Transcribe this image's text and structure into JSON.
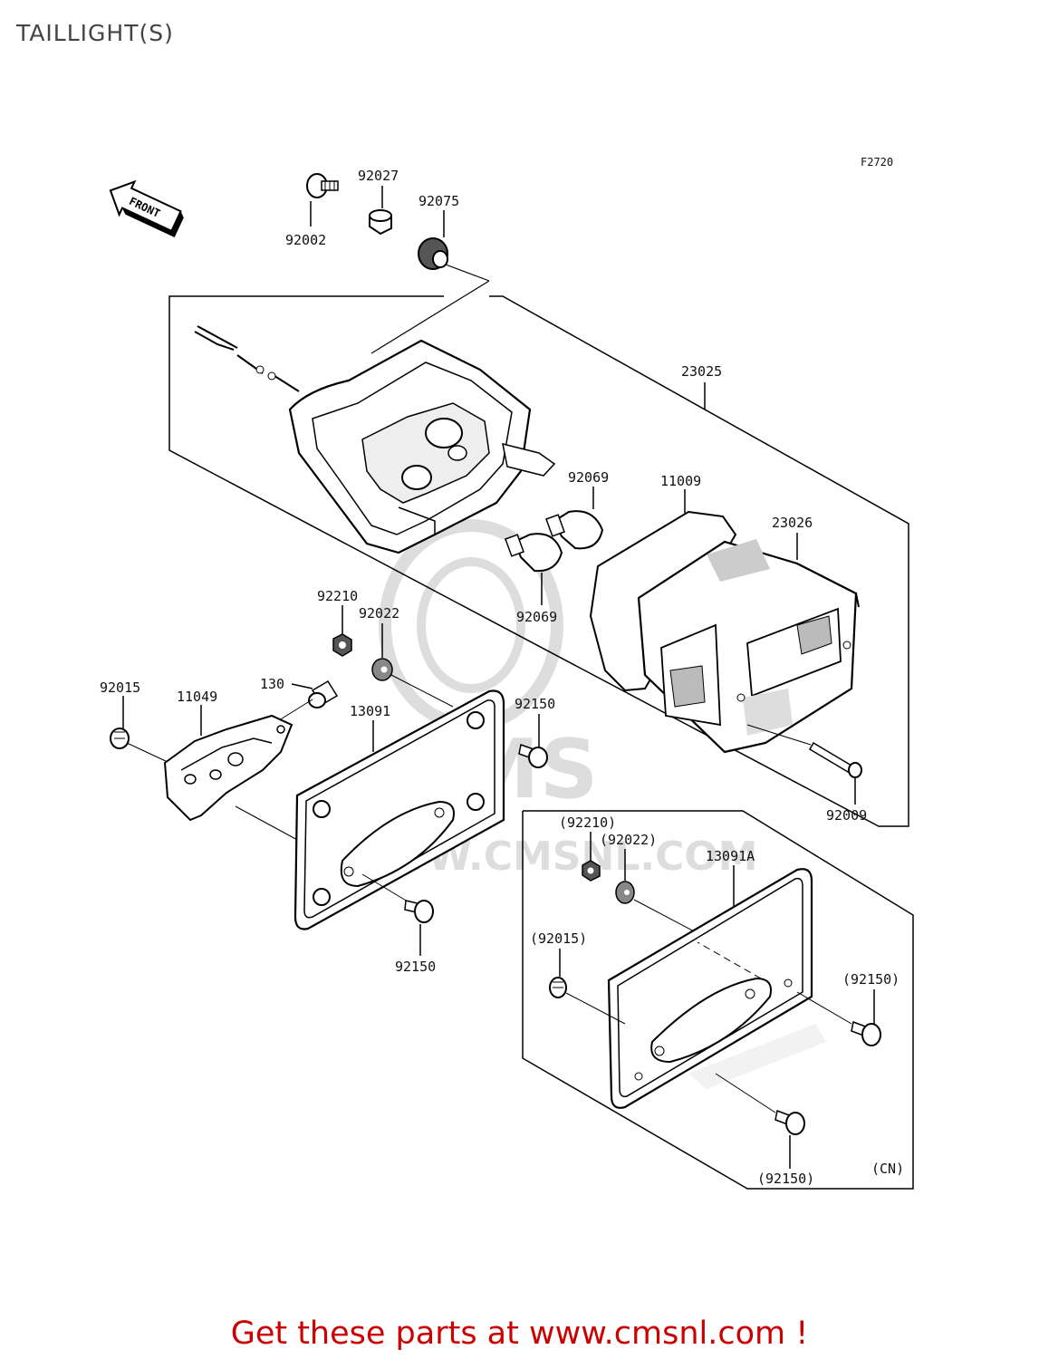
{
  "title": "TAILLIGHT(S)",
  "figure_code": "F2720",
  "front_label": "FRONT",
  "watermark": {
    "logo_text": "CMS",
    "url_text": "WWW.CMSNL.COM"
  },
  "parts": {
    "p92002": "92002",
    "p92027": "92027",
    "p92075": "92075",
    "p23025": "23025",
    "p92069a": "92069",
    "p11009": "11009",
    "p23026": "23026",
    "p92069b": "92069",
    "p92210": "92210",
    "p92022": "92022",
    "p92015": "92015",
    "p11049": "11049",
    "p130": "130",
    "p13091": "13091",
    "p92150a": "92150",
    "p92009": "92009",
    "p92150b": "92150",
    "p92210cn": "(92210)",
    "p92022cn": "(92022)",
    "p13091a": "13091A",
    "p92015cn": "(92015)",
    "p92150cn1": "(92150)",
    "p92150cn2": "(92150)",
    "cn": "(CN)"
  },
  "footer": "Get these parts at www.cmsnl.com !"
}
